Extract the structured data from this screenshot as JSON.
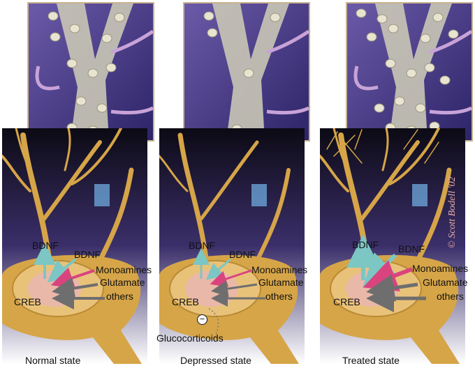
{
  "panels": [
    {
      "caption": "Normal state",
      "labels": {
        "bdnf_out": "BDNF",
        "bdnf_in": "BDNF",
        "monoamines": "Monoamines",
        "glutamate": "Glutamate",
        "others": "others",
        "creb": "CREB"
      }
    },
    {
      "caption": "Depressed state",
      "labels": {
        "bdnf_out": "BDNF",
        "bdnf_in": "BDNF",
        "monoamines": "Monoamines",
        "glutamate": "Glutamate",
        "others": "others",
        "creb": "CREB"
      },
      "inhibitor_sign": "−",
      "inhibitor": "Glucocorticoids"
    },
    {
      "caption": "Treated state",
      "labels": {
        "bdnf_out": "BDNF",
        "bdnf_in": "BDNF",
        "monoamines": "Monoamines",
        "glutamate": "Glutamate",
        "others": "others",
        "creb": "CREB"
      }
    }
  ],
  "copyright": "© Scott Bodell '02",
  "colors": {
    "background": "#ffffff",
    "inset_bg": "#4a3e8a",
    "neuron": "#d6a548",
    "nucleus": "#e9b8a8",
    "bdnf_arrow": "#7cc6c4",
    "monoamine_arrow": "#d9447e",
    "glutamate_arrow": "#6e6e6e",
    "copyright": "#e8b0a8"
  }
}
